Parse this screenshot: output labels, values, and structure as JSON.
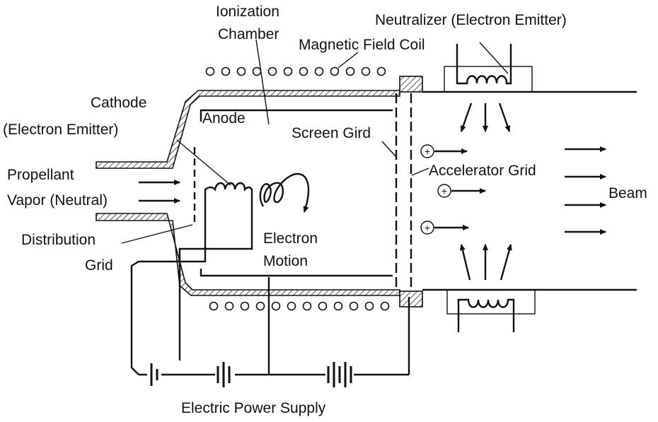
{
  "diagram": {
    "labels": {
      "ionization_chamber_line1": "Ionization",
      "ionization_chamber_line2": "Chamber",
      "neutralizer": "Neutralizer (Electron Emitter)",
      "magnetic_field_coil": "Magnetic Field Coil",
      "cathode_line1": "Cathode",
      "cathode_line2": "(Electron Emitter)",
      "anode": "Anode",
      "screen_grid": "Screen Gird",
      "accelerator_grid": "Accelerator Grid",
      "propellant_line1": "Propellant",
      "propellant_line2": "Vapor (Neutral)",
      "beam": "Beam",
      "distribution_grid_line1": "Distribution",
      "distribution_grid_line2": "Grid",
      "electron_motion_line1": "Electron",
      "electron_motion_line2": "Motion",
      "power_supply": "Electric Power Supply"
    },
    "ion_symbol": "+",
    "colors": {
      "ink": "#111111",
      "background": "#ffffff"
    }
  }
}
